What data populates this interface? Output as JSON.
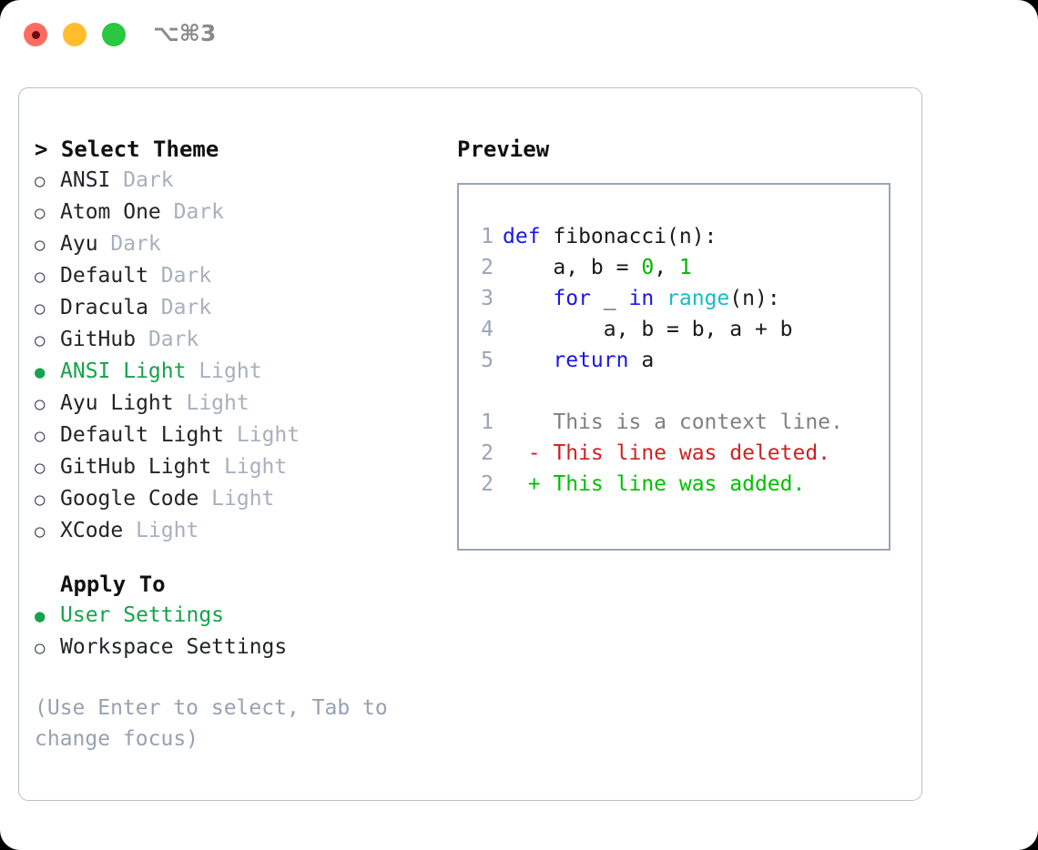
{
  "titlebar": {
    "lights": [
      {
        "name": "close",
        "color": "#ff6b60"
      },
      {
        "name": "minimize",
        "color": "#ffbd2e"
      },
      {
        "name": "zoom",
        "color": "#28c840"
      }
    ],
    "shortcut": "⌥⌘3"
  },
  "theme_picker": {
    "header": "> Select Theme",
    "selected_bullet": "●",
    "unselected_bullet": "○",
    "accent_color": "#16a34a",
    "options": [
      {
        "name": "ANSI",
        "tag": "Dark",
        "selected": false
      },
      {
        "name": "Atom One",
        "tag": "Dark",
        "selected": false
      },
      {
        "name": "Ayu",
        "tag": "Dark",
        "selected": false
      },
      {
        "name": "Default",
        "tag": "Dark",
        "selected": false
      },
      {
        "name": "Dracula",
        "tag": "Dark",
        "selected": false
      },
      {
        "name": "GitHub",
        "tag": "Dark",
        "selected": false
      },
      {
        "name": "ANSI Light",
        "tag": "Light",
        "selected": true
      },
      {
        "name": "Ayu Light",
        "tag": "Light",
        "selected": false
      },
      {
        "name": "Default Light",
        "tag": "Light",
        "selected": false
      },
      {
        "name": "GitHub Light",
        "tag": "Light",
        "selected": false
      },
      {
        "name": "Google Code",
        "tag": "Light",
        "selected": false
      },
      {
        "name": "XCode",
        "tag": "Light",
        "selected": false
      }
    ]
  },
  "apply_to": {
    "header": "Apply To",
    "options": [
      {
        "name": "User Settings",
        "selected": true
      },
      {
        "name": "Workspace Settings",
        "selected": false
      }
    ]
  },
  "hint": "(Use Enter to select, Tab to change focus)",
  "preview": {
    "title": "Preview",
    "code_lines": [
      {
        "num": "1",
        "tokens": [
          {
            "t": "def ",
            "c": "kw"
          },
          {
            "t": "fibonacci(n):",
            "c": "plain"
          }
        ]
      },
      {
        "num": "2",
        "tokens": [
          {
            "t": "    a, b = ",
            "c": "plain"
          },
          {
            "t": "0",
            "c": "num"
          },
          {
            "t": ", ",
            "c": "plain"
          },
          {
            "t": "1",
            "c": "num"
          }
        ]
      },
      {
        "num": "3",
        "tokens": [
          {
            "t": "    ",
            "c": "plain"
          },
          {
            "t": "for",
            "c": "kw"
          },
          {
            "t": " _ ",
            "c": "plain"
          },
          {
            "t": "in",
            "c": "kw"
          },
          {
            "t": " ",
            "c": "plain"
          },
          {
            "t": "range",
            "c": "builtin"
          },
          {
            "t": "(n):",
            "c": "plain"
          }
        ]
      },
      {
        "num": "4",
        "tokens": [
          {
            "t": "        a, b = b, a + b",
            "c": "plain"
          }
        ]
      },
      {
        "num": "5",
        "tokens": [
          {
            "t": "    ",
            "c": "plain"
          },
          {
            "t": "return",
            "c": "kw"
          },
          {
            "t": " a",
            "c": "plain"
          }
        ]
      }
    ],
    "diff_lines": [
      {
        "num": "1",
        "marker": " ",
        "text": "This is a context line.",
        "kind": "ctx"
      },
      {
        "num": "2",
        "marker": "-",
        "text": "This line was deleted.",
        "kind": "del"
      },
      {
        "num": "2",
        "marker": "+",
        "text": "This line was added.",
        "kind": "add"
      }
    ]
  }
}
